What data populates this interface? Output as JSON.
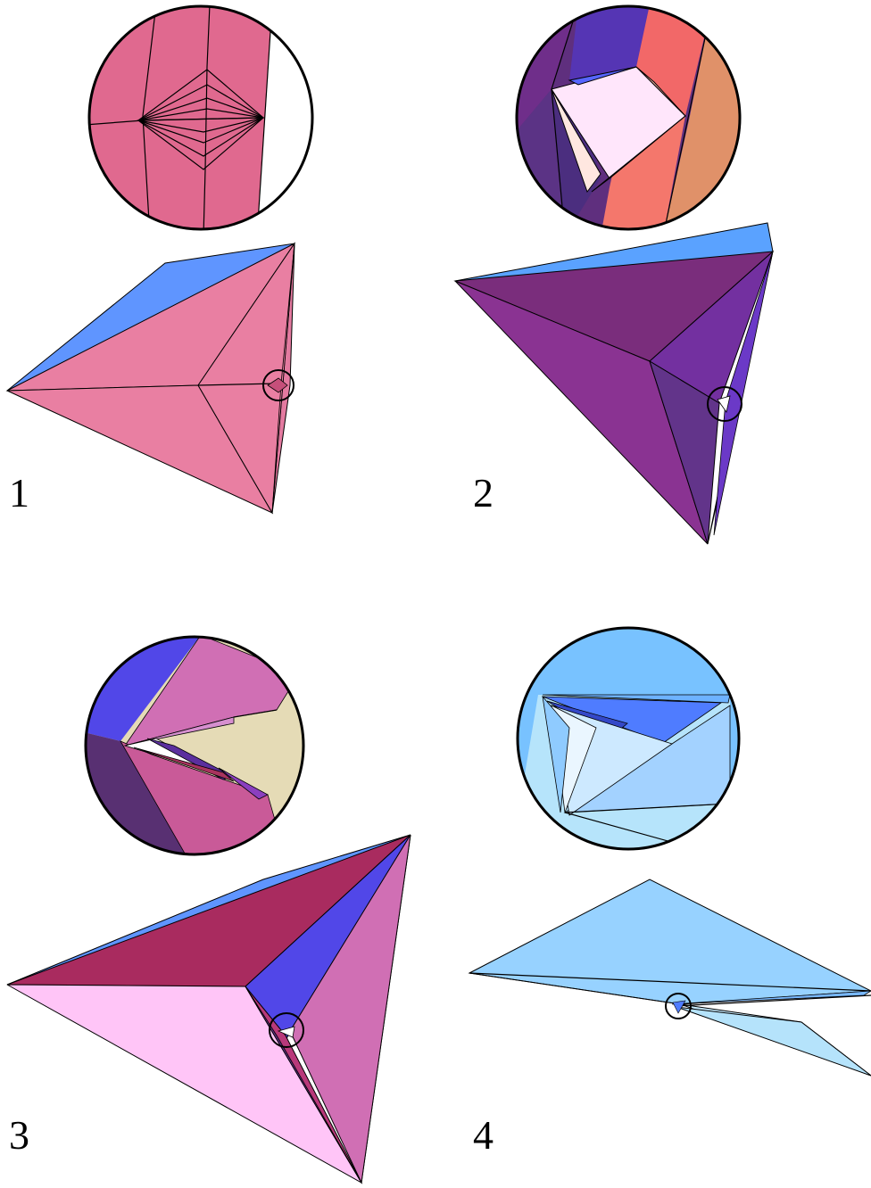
{
  "figure": {
    "panels": [
      {
        "label": "1",
        "colors": {
          "primary": "#e97fa2",
          "secondary": "#5f95ff",
          "zoom": "#e06a92"
        }
      },
      {
        "label": "2",
        "colors": {
          "primary": "#8a3392",
          "secondary": "#5aa2ff",
          "zoom_a": "#6a2f86",
          "zoom_b": "#f37266",
          "zoom_c": "#e0926b"
        }
      },
      {
        "label": "3",
        "colors": {
          "primary": "#ffc5f7",
          "secondary": "#a92b5f",
          "tertiary": "#5147e8",
          "zoom_a": "#d06fb4",
          "zoom_b": "#e5dbb6"
        }
      },
      {
        "label": "4",
        "colors": {
          "primary": "#97d2ff",
          "secondary": "#c5e9fb",
          "zoom_a": "#78c2ff",
          "zoom_b": "#4f7cff"
        }
      }
    ]
  }
}
